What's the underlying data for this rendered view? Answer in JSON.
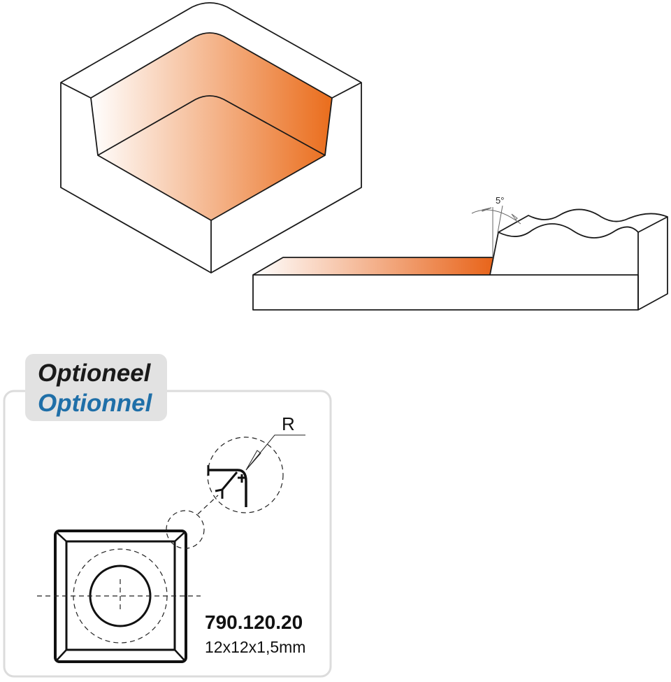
{
  "labels": {
    "optional_nl": "Optioneel",
    "optional_fr": "Optionnel",
    "angle": "5°",
    "radius": "R",
    "article_number": "790.120.20",
    "dimensions": "12x12x1,5mm"
  },
  "colors": {
    "orange": "#ea6d1c",
    "blue": "#1f6fa8",
    "label_bg": "#e2e2e2",
    "panel_border": "#dcdcdc"
  }
}
